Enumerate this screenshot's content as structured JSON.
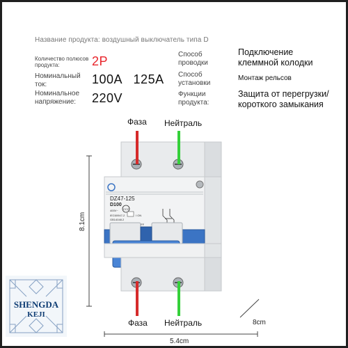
{
  "product_title": "Название продукта: воздушный выключатель типа D",
  "specs_left": [
    {
      "label": "Количество полюсов продукта:",
      "value": "2P",
      "highlight": true
    },
    {
      "label": "Номинальный ток:",
      "value": "100A   125A",
      "highlight": false
    },
    {
      "label": "Номинальное напряжение:",
      "value": "220V",
      "highlight": false
    }
  ],
  "specs_right": [
    {
      "label": "Способ проводки",
      "value": "Подключение клеммной колодки"
    },
    {
      "label": "Способ установки",
      "value": "Монтаж рельсов"
    },
    {
      "label": "Функции продукта:",
      "value": "Защита от перегрузки/ короткого замыкания"
    }
  ],
  "wires": {
    "top_phase": "Фаза",
    "top_neutral": "Нейтраль",
    "bottom_phase": "Фаза",
    "bottom_neutral": "Нейтраль",
    "phase_color": "#d62b2b",
    "neutral_color": "#35d03a"
  },
  "breaker": {
    "model": "DZ47-125",
    "rating": "D100",
    "voltage": "400V~",
    "standard": "IEC60947-2",
    "standard2": "GB14048.2",
    "capacity": "10KA",
    "on_label": "I ON",
    "off_label": "O OFF",
    "cert_mark": "CCC",
    "handle_color": "#3b74c4"
  },
  "dimensions": {
    "height": "8.1cm",
    "width": "5.4cm",
    "depth": "8cm"
  },
  "logo": {
    "line1": "SHENGDA",
    "line2": "KEJI",
    "color": "#0e3c73"
  }
}
